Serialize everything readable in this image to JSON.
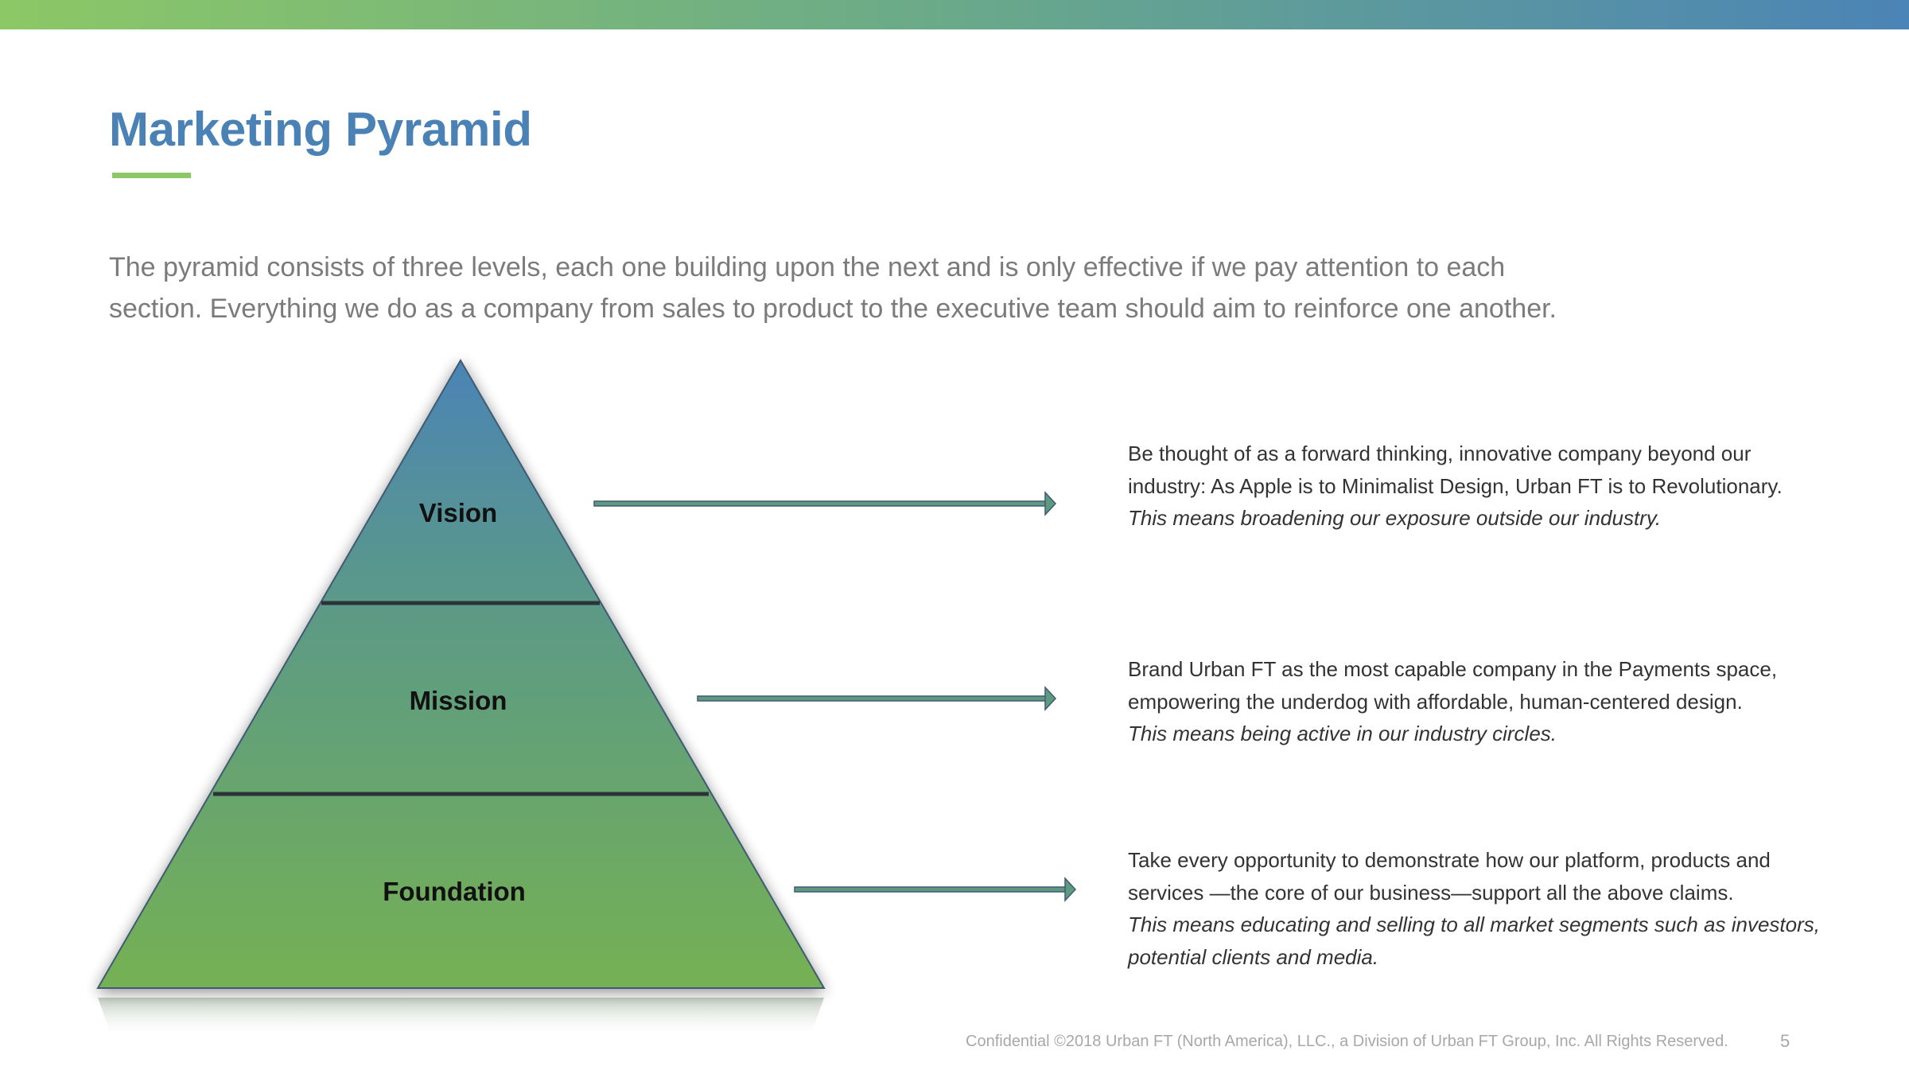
{
  "slide": {
    "title": "Marketing Pyramid",
    "intro": [
      "The pyramid consists of three levels, each one building upon the next and is only effective if we pay attention to each",
      "section.  Everything we do as a company from sales to product to the executive team should aim to reinforce one another."
    ]
  },
  "levels": [
    {
      "label": "Vision",
      "lines": [
        "Be thought of as a forward thinking, innovative company beyond our",
        "industry: As Apple is to Minimalist Design, Urban FT is to Revolutionary."
      ],
      "emphasis": [
        "This means broadening our exposure outside our industry."
      ]
    },
    {
      "label": "Mission",
      "lines": [
        "Brand Urban FT as the most capable company in the Payments space,",
        "empowering the underdog with affordable, human-centered design."
      ],
      "emphasis": [
        "This means being active in our industry circles."
      ]
    },
    {
      "label": "Foundation",
      "lines": [
        "Take every opportunity to demonstrate how our platform, products and",
        "services —the core of our business—support all the above claims."
      ],
      "emphasis": [
        "This means educating and selling to all market segments such as investors,",
        "potential clients and media."
      ]
    }
  ],
  "footer": {
    "copyright": "Confidential ©2018 Urban FT (North America), LLC., a Division of Urban FT Group, Inc. All Rights Reserved.",
    "page_number": "5"
  },
  "colors": {
    "title": "#4a82b5",
    "accent_green": "#8cc866",
    "pyramid_top": "#4b84b5",
    "pyramid_bottom": "#75b153",
    "arrow": "#5e9a80",
    "divider": "#2b3338"
  }
}
